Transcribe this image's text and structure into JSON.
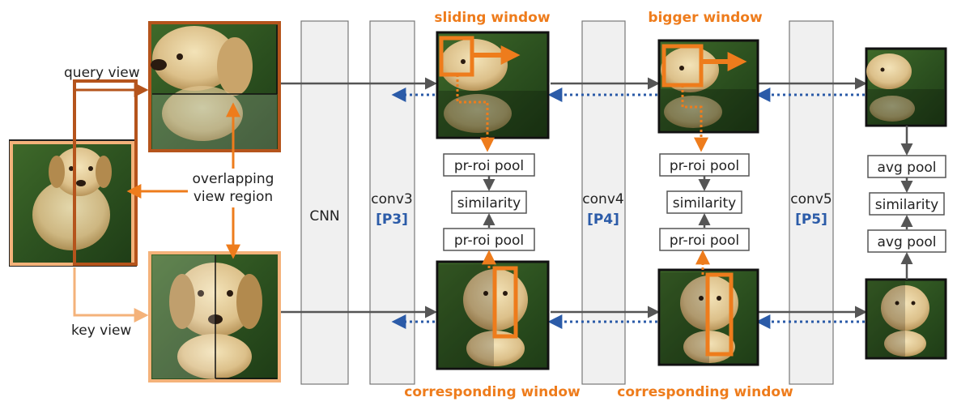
{
  "labels": {
    "query_view": "query view",
    "key_view": "key view",
    "overlap_line1": "overlapping",
    "overlap_line2": "view region",
    "cnn": "CNN",
    "conv3": "conv3",
    "p3": "[P3]",
    "conv4": "conv4",
    "p4": "[P4]",
    "conv5": "conv5",
    "p5": "[P5]",
    "sliding_window": "sliding window",
    "bigger_window": "bigger window",
    "corresponding_window_1": "corresponding window",
    "corresponding_window_2": "corresponding window"
  },
  "ops": {
    "c1_top": "pr-roi pool",
    "c1_sim": "similarity",
    "c1_bot": "pr-roi pool",
    "c2_top": "pr-roi pool",
    "c2_sim": "similarity",
    "c2_bot": "pr-roi pool",
    "c3_top": "avg pool",
    "c3_sim": "similarity",
    "c3_bot": "avg pool"
  },
  "colors": {
    "orange": "#ee7c1c",
    "light_orange": "#f4b27a",
    "dark_orange": "#b5541c",
    "blue": "#2b5ba8",
    "gray_arrow": "#555555",
    "column_fill": "#f0f0f0"
  }
}
